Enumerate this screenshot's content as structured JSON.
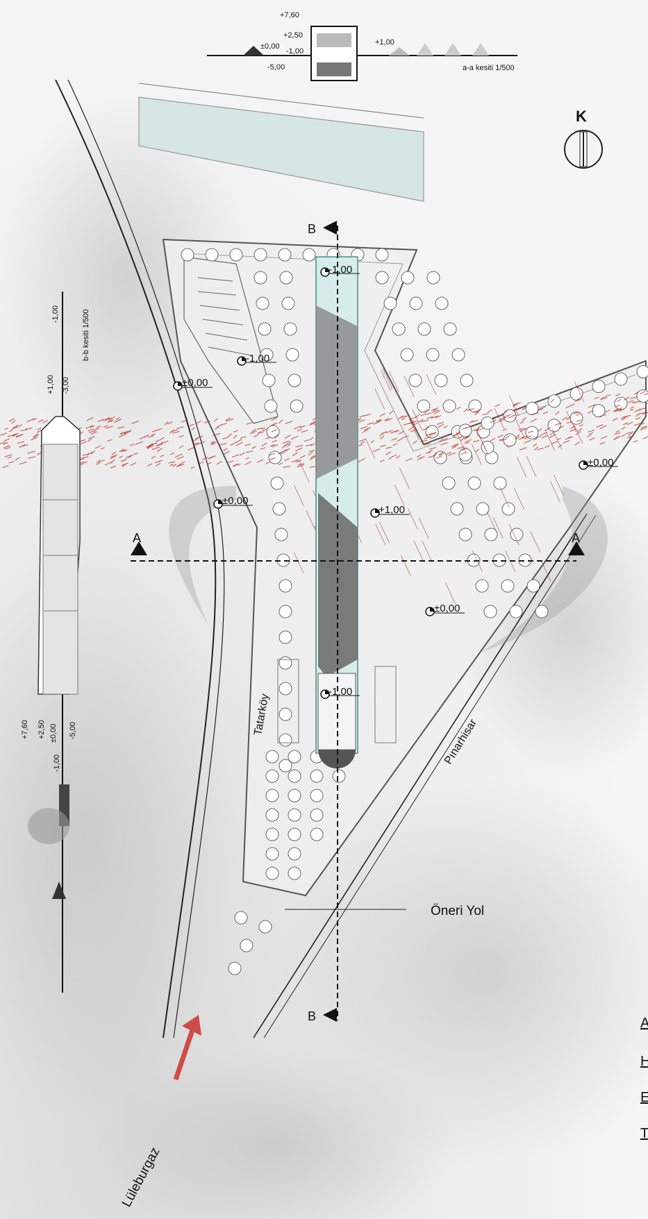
{
  "north": "K",
  "sections": {
    "aa": {
      "marker": "A",
      "title": "a-a kesiti 1/500",
      "levels": [
        "+7,60",
        "+2,50",
        "±0,00",
        "-1,00",
        "-5,00",
        "+1,00"
      ]
    },
    "bb": {
      "marker": "B",
      "title": "b-b kesiti 1/500",
      "levels": [
        "-1,00",
        "+1,00",
        "-3,00",
        "+7,60",
        "+2,50",
        "±0,00",
        "-1,00",
        "-5,00"
      ]
    }
  },
  "levels": {
    "top_pool": "-1,00",
    "parking": "-1,00",
    "west_road": "±0,00",
    "mid_west": "±0,00",
    "center": "+1,00",
    "east_edge": "±0,00",
    "south_east": "±0,00",
    "south_pool": "-1,00"
  },
  "roads": {
    "tatarkoy": "Tatarköy",
    "pinarhisar": "Pınarhisar",
    "oneri": "Öneri Yol",
    "luleburgaz": "Lüleburgaz"
  },
  "edge_labels": [
    "A",
    "H",
    "E",
    "T"
  ],
  "colors": {
    "accent_red": "#c0392b",
    "arrow_red": "#d04a4a",
    "water": "#cfe3e0"
  }
}
